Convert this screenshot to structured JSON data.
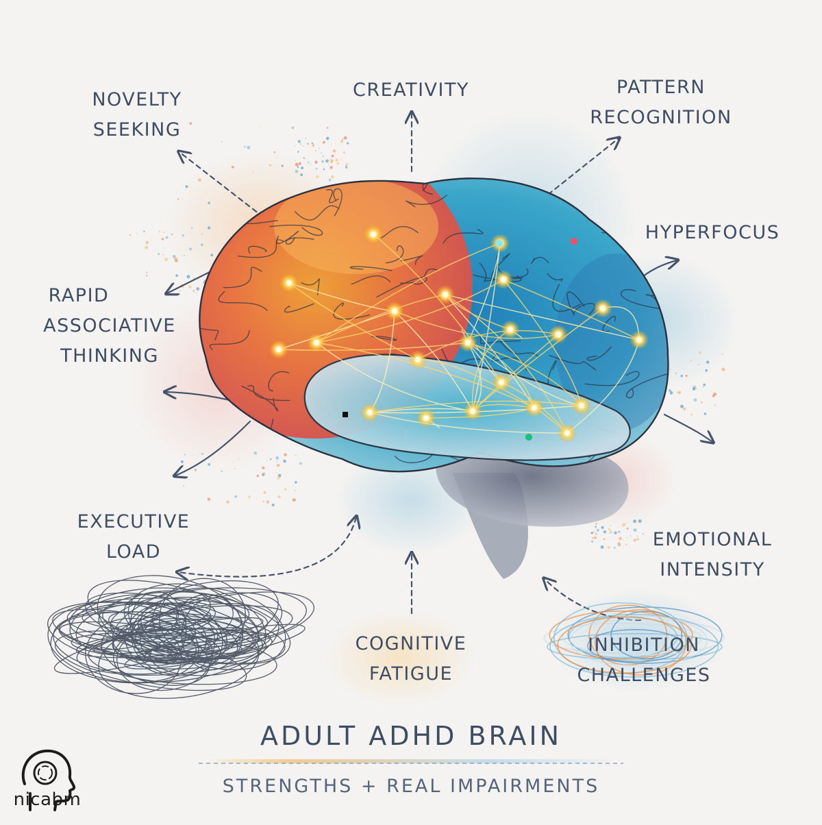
{
  "title": "ADULT ADHD BRAIN",
  "subtitle": "STRENGTHS + REAL IMPAIRMENTS",
  "brand": {
    "name": "nicabm",
    "icon": "head-profile-logo"
  },
  "labels": {
    "novelty_seeking": [
      "NOVELTY",
      "SEEKING"
    ],
    "creativity": [
      "CREATIVITY"
    ],
    "pattern_recognition": [
      "PATTERN",
      "RECOGNITION"
    ],
    "hyperfocus": [
      "HYPERFOCUS"
    ],
    "rapid_associative_thinking": [
      "RAPID",
      "ASSOCIATIVE",
      "THINKING"
    ],
    "executive_load": [
      "EXECUTIVE",
      "LOAD"
    ],
    "emotional_intensity": [
      "EMOTIONAL",
      "INTENSITY"
    ],
    "cognitive_fatigue": [
      "COGNITIVE",
      "FATIGUE"
    ],
    "inhibition_challenges": [
      "INHIBITION",
      "CHALLENGES"
    ]
  },
  "colors": {
    "text": "#3f4d63",
    "warm": "#f07a3a",
    "cool": "#2f8fc4",
    "glow": "#ffd86b",
    "outline": "#2b3340"
  }
}
